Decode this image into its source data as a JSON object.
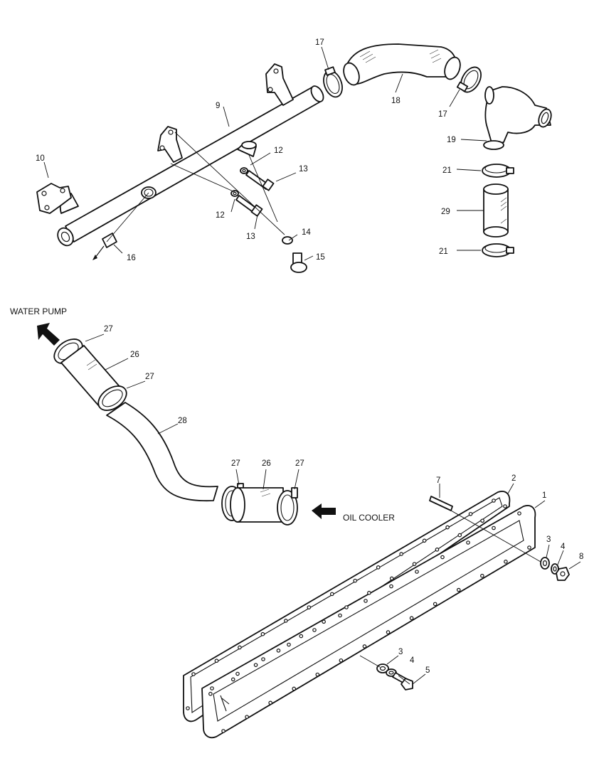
{
  "diagram": {
    "labels": {
      "water_pump": "WATER PUMP",
      "oil_cooler": "OIL COOLER"
    },
    "callouts": {
      "c1": "1",
      "c2": "2",
      "c3a": "3",
      "c3b": "3",
      "c4a": "4",
      "c4b": "4",
      "c5": "5",
      "c7": "7",
      "c8": "8",
      "c9": "9",
      "c10": "10",
      "c12a": "12",
      "c12b": "12",
      "c13a": "13",
      "c13b": "13",
      "c14": "14",
      "c15": "15",
      "c16": "16",
      "c17a": "17",
      "c17b": "17",
      "c18": "18",
      "c19": "19",
      "c21a": "21",
      "c21b": "21",
      "c26a": "26",
      "c26b": "26",
      "c27a": "27",
      "c27b": "27",
      "c27c": "27",
      "c27d": "27",
      "c28": "28",
      "c29": "29"
    }
  }
}
